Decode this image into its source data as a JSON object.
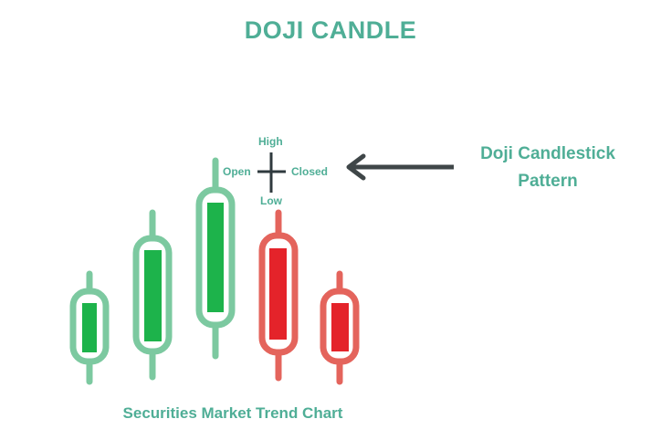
{
  "title": "DOJI CANDLE",
  "callout": {
    "line1": "Doji Candlestick",
    "line2": "Pattern"
  },
  "doji": {
    "high": "High",
    "low": "Low",
    "open": "Open",
    "closed": "Closed"
  },
  "footer": "Securities Market Trend Chart",
  "colors": {
    "accent_text": "#4fae96",
    "bull_outline": "#7cc9a0",
    "bull_body": "#1db34b",
    "bear_outline": "#e4645c",
    "bear_body": "#e4232a",
    "doji_cross": "#2f3a3e",
    "arrow": "#3f4648"
  },
  "candles": [
    {
      "kind": "bull"
    },
    {
      "kind": "bull"
    },
    {
      "kind": "bull"
    },
    {
      "kind": "bear"
    },
    {
      "kind": "bear"
    }
  ]
}
